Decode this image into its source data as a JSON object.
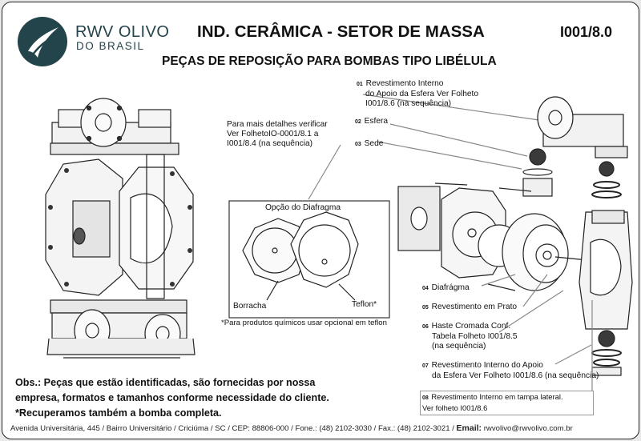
{
  "brand": {
    "name": "RWV OLIVO",
    "sub": "DO BRASIL"
  },
  "header": {
    "title": "IND. CERÂMICA - SETOR DE MASSA",
    "code": "I001/8.0",
    "subtitle": "PEÇAS DE REPOSIÇÃO PARA BOMBAS TIPO LIBÉLULA"
  },
  "detail_note": [
    "Para mais detalhes verificar",
    "Ver FolhetoIO-0001/8.1 a",
    "I001/8.4 (na sequência)"
  ],
  "diaphragm_box": {
    "title": "Opção do Diafragma",
    "left_label": "Borracha",
    "right_label": "Teflon*",
    "footnote": "*Para produtos químicos usar opcional em teflon"
  },
  "parts": [
    {
      "num": "01",
      "lines": [
        "Revestimento Interno",
        "do Apoio da Esfera Ver Folheto",
        "I001/8.6 (na sequência)"
      ]
    },
    {
      "num": "02",
      "lines": [
        "Esfera"
      ]
    },
    {
      "num": "03",
      "lines": [
        "Sede"
      ]
    },
    {
      "num": "04",
      "lines": [
        "Diafrágma"
      ]
    },
    {
      "num": "05",
      "lines": [
        "Revestimento em Prato"
      ]
    },
    {
      "num": "06",
      "lines": [
        "Haste Cromada Conf.",
        "Tabela Folheto I001/8.5",
        "(na sequência)"
      ]
    },
    {
      "num": "07",
      "lines": [
        "Revestimento Interno do Apoio",
        "da Esfera Ver Folheto I001/8.6 (na sequência)"
      ]
    },
    {
      "num": "08",
      "lines": [
        "Revestimento Interno em tampa lateral.",
        "Ver folheto I001/8.6"
      ]
    }
  ],
  "obs": [
    "Obs.: Peças que estão identificadas, são fornecidas por nossa",
    "empresa, formatos e tamanhos conforme necessidade do cliente.",
    "*Recuperamos também a bomba completa."
  ],
  "footer": {
    "address": "Avenida Universitária, 445 / Bairro Universitário / Criciúma / SC / CEP: 88806-000 / Fone.: (48) 2102-3030 / Fax.: (48) 2102-3021 /",
    "email_label": "Email:",
    "email": "rwvolivo@rwvolivo.com.br"
  },
  "colors": {
    "logo": "#23444a",
    "ball": "#3a3a3a"
  }
}
